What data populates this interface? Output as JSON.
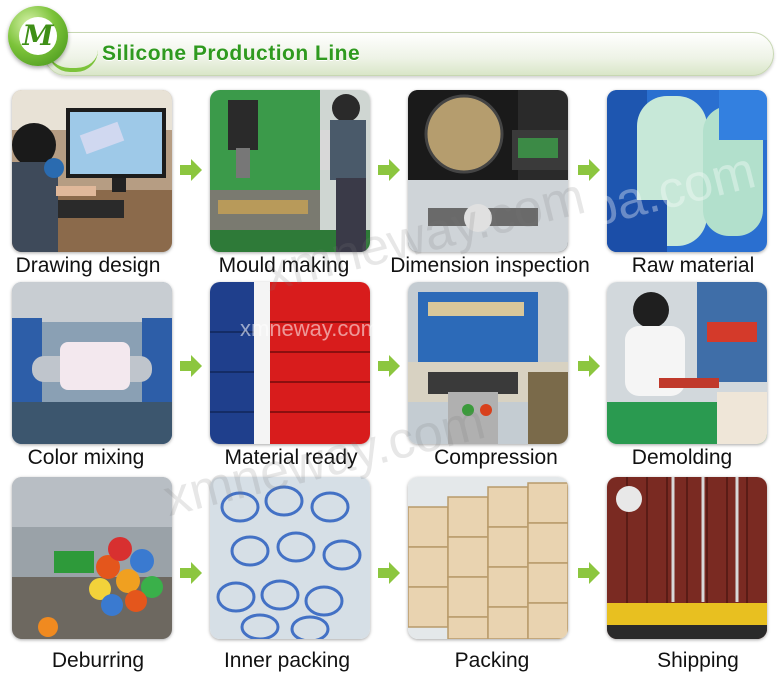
{
  "header": {
    "title": "Silicone Production Line",
    "logo_letter": "M"
  },
  "steps": [
    {
      "label": "Drawing design",
      "icon": "computer-design-icon"
    },
    {
      "label": "Mould making",
      "icon": "cnc-machine-icon"
    },
    {
      "label": "Dimension inspection",
      "icon": "projector-gauge-icon"
    },
    {
      "label": "Raw material",
      "icon": "silicone-bags-icon"
    },
    {
      "label": "Color mixing",
      "icon": "roller-mill-icon"
    },
    {
      "label": "Material ready",
      "icon": "sheets-stack-icon"
    },
    {
      "label": "Compression",
      "icon": "press-machine-icon"
    },
    {
      "label": "Demolding",
      "icon": "demold-worker-icon"
    },
    {
      "label": "Deburring",
      "icon": "parts-pile-icon"
    },
    {
      "label": "Inner packing",
      "icon": "bagged-parts-icon"
    },
    {
      "label": "Packing",
      "icon": "carton-boxes-icon"
    },
    {
      "label": "Shipping",
      "icon": "container-icon"
    }
  ],
  "watermarks": [
    "xmneway.com",
    "xmneway.com",
    "xmneway.com",
    "ba.com"
  ],
  "colors": {
    "accent_green": "#2f9a1f",
    "arrow_green": "#8cc63f"
  }
}
